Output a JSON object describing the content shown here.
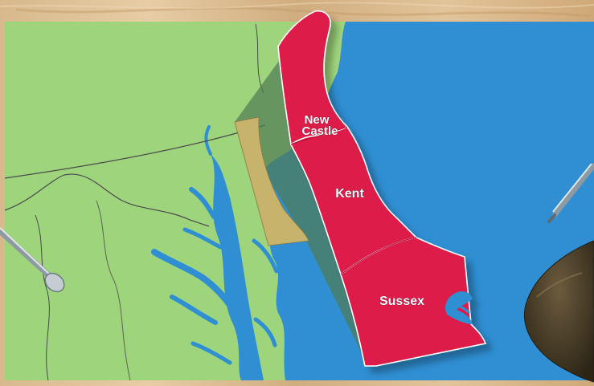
{
  "map": {
    "counties": [
      {
        "id": "new-castle",
        "lines": [
          "New",
          "Castle"
        ]
      },
      {
        "id": "kent",
        "lines": [
          "Kent"
        ]
      },
      {
        "id": "sussex",
        "lines": [
          "Sussex"
        ]
      }
    ],
    "colors": {
      "land": "#9ed47c",
      "water": "#2f8fd2",
      "highlight_state": "#de1a49",
      "callout_region": "#c7b36b",
      "callout_shadow": "#4f7b52",
      "wood_background": "#d8b98d"
    },
    "props": [
      "nail-icon",
      "hammer-icon"
    ]
  }
}
